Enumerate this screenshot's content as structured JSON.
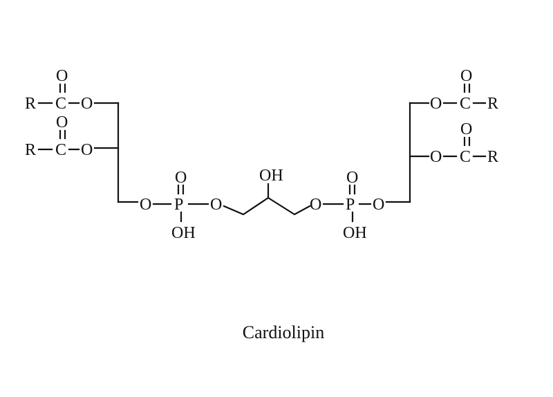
{
  "figure": {
    "caption": "Cardiolipin",
    "atoms": {
      "R": "R",
      "C": "C",
      "O": "O",
      "P": "P",
      "OH": "OH"
    },
    "structure": {
      "left_acyl_chains": [
        {
          "R": "R",
          "C": "C",
          "carbonyl_O": "O",
          "ester_O": "O"
        },
        {
          "R": "R",
          "C": "C",
          "carbonyl_O": "O",
          "ester_O": "O"
        }
      ],
      "left_phosphate": {
        "O_left": "O",
        "P": "P",
        "O_double": "O",
        "OH": "OH",
        "O_right": "O"
      },
      "central_glycerol": {
        "OH": "OH"
      },
      "right_phosphate": {
        "O_left": "O",
        "P": "P",
        "O_double": "O",
        "OH": "OH",
        "O_right": "O"
      },
      "right_acyl_chains": [
        {
          "ester_O": "O",
          "C": "C",
          "carbonyl_O": "O",
          "R": "R"
        },
        {
          "ester_O": "O",
          "C": "C",
          "carbonyl_O": "O",
          "R": "R"
        }
      ]
    }
  }
}
